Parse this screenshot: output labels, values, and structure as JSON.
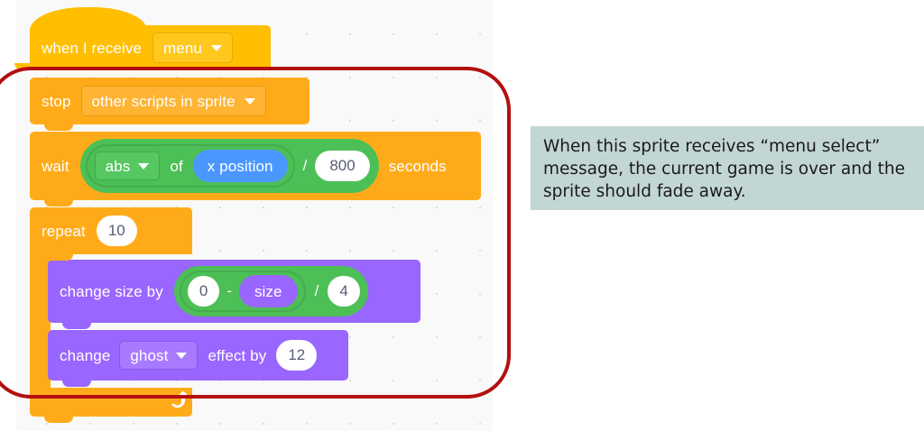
{
  "workspace": {
    "background_color": "#f9f9f9",
    "grid": "dot-grid"
  },
  "script": {
    "blocks": [
      {
        "id": "when-i-receive",
        "category": "events",
        "color": "#ffbf00",
        "shape": "hat",
        "label": "when I receive",
        "dropdown": {
          "name": "message-dropdown",
          "value": "menu",
          "caret": "chevron-down-icon"
        }
      },
      {
        "id": "stop",
        "category": "control",
        "color": "#ffab19",
        "shape": "stack",
        "label": "stop",
        "dropdown": {
          "name": "stop-option-dropdown",
          "value": "other scripts in sprite",
          "caret": "chevron-down-icon"
        }
      },
      {
        "id": "wait",
        "category": "control",
        "color": "#ffab19",
        "shape": "stack",
        "label": "wait",
        "label_suffix": "seconds",
        "operator": {
          "id": "divide",
          "color": "#4cbf56",
          "sign": "/",
          "right_value": "800",
          "left": {
            "id": "math-op-of",
            "color": "#4cbf56",
            "function": "abs",
            "caret": "chevron-down-icon",
            "connector": "of",
            "argument": {
              "id": "x-position",
              "color": "#4c97ff",
              "label": "x position"
            }
          }
        }
      },
      {
        "id": "repeat",
        "category": "control",
        "color": "#ffab19",
        "shape": "c-block",
        "label": "repeat",
        "times": "10",
        "loop_icon": "loop-arrow-icon"
      },
      {
        "id": "change-size-by",
        "category": "looks",
        "color": "#9966ff",
        "shape": "stack",
        "label": "change size by",
        "operator": {
          "id": "divide",
          "color": "#4cbf56",
          "sign": "/",
          "right_value": "4",
          "left": {
            "id": "subtract",
            "color": "#4cbf56",
            "sign": "-",
            "left_value": "0",
            "right": {
              "id": "size",
              "color": "#9966ff",
              "label": "size"
            }
          }
        }
      },
      {
        "id": "change-effect-by",
        "category": "looks",
        "color": "#9966ff",
        "shape": "stack",
        "label_prefix": "change",
        "dropdown": {
          "name": "effect-dropdown",
          "value": "ghost",
          "caret": "chevron-down-icon"
        },
        "label_mid": "effect by",
        "value": "12"
      }
    ]
  },
  "annotation": {
    "shape": "rounded-rectangle-outline",
    "color": "#b30f0f",
    "encloses": "stop, wait, repeat loop and its contents"
  },
  "caption": {
    "background_color": "#c2d6d3",
    "text_color": "#1a1a1a",
    "text": "When this sprite receives “menu select”\nmessage, the current game is over and the\nsprite should fade away."
  }
}
